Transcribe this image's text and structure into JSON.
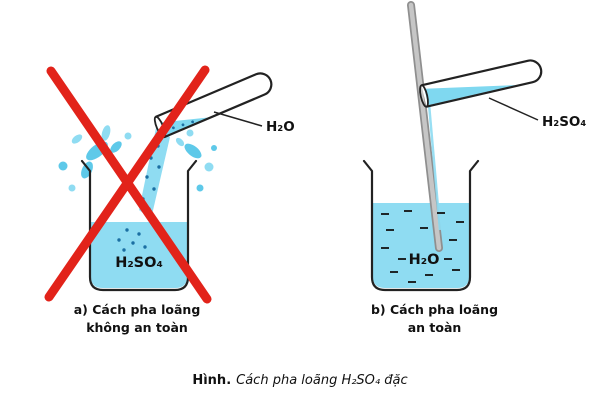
{
  "figure": {
    "left": {
      "tube_label": "H₂O",
      "beaker_label": "H₂SO₄",
      "caption_line1": "a) Cách pha loãng",
      "caption_line2": "không an toàn"
    },
    "right": {
      "tube_label": "H₂SO₄",
      "beaker_label": "H₂O",
      "caption_line1": "b) Cách pha loãng",
      "caption_line2": "an toàn"
    },
    "caption": {
      "prefix": "Hình.",
      "text": "Cách pha loãng H₂SO₄ đặc"
    },
    "colors": {
      "liquid": "#8fdcf2",
      "splash": "#5ec9e9",
      "specks": "#1b6fa3",
      "cross_red": "#e2231a",
      "rod_gray": "#a9a9a9",
      "acid_label_navy": "#15155e",
      "outline": "#222222"
    }
  }
}
